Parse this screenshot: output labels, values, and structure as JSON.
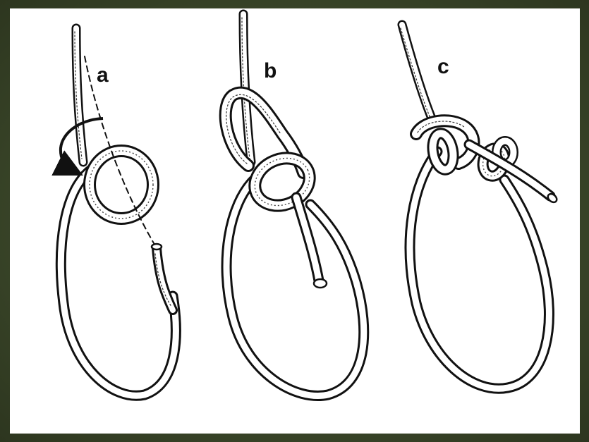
{
  "figure": {
    "steps": [
      {
        "id": "a",
        "label": "a"
      },
      {
        "id": "b",
        "label": "b"
      },
      {
        "id": "c",
        "label": "c"
      }
    ],
    "colors": {
      "background_frame": "#3c4a2c",
      "panel": "#ffffff",
      "ink": "#111111"
    },
    "icons": [
      "curved-arrow-icon",
      "rope-end-icon"
    ]
  }
}
